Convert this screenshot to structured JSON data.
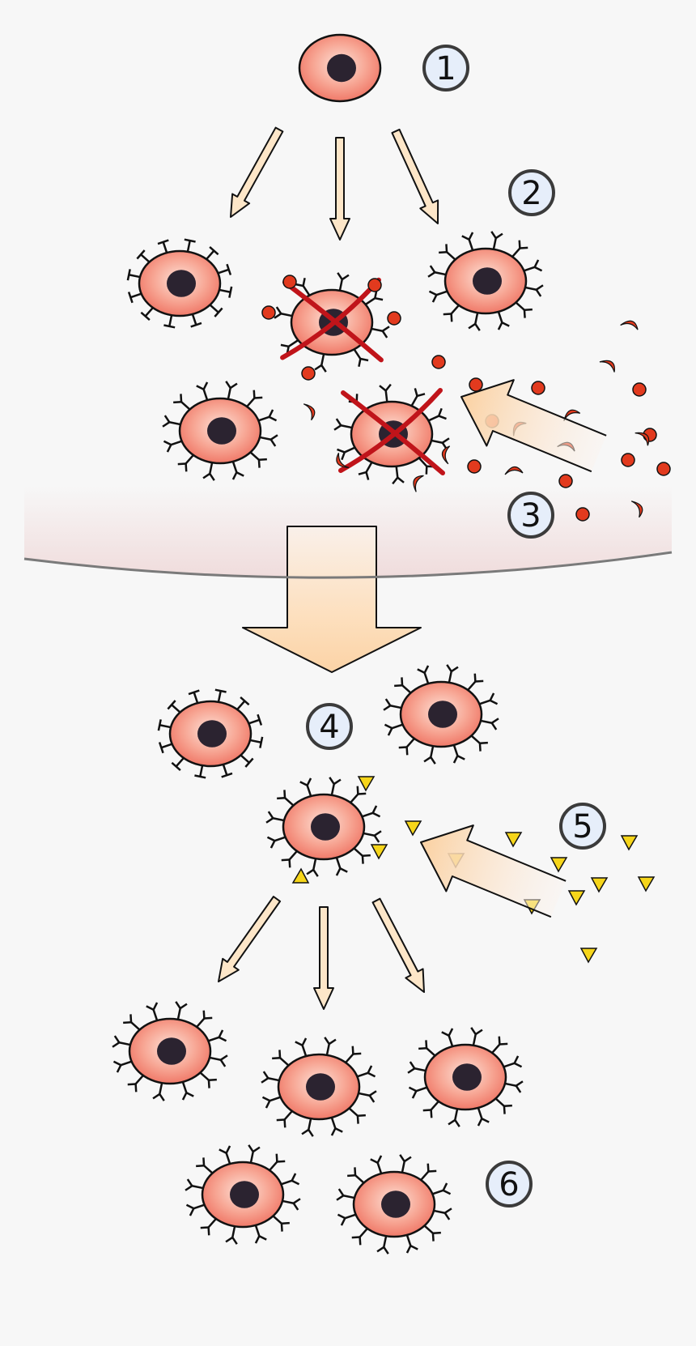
{
  "steps": [
    {
      "number": "1"
    },
    {
      "number": "2"
    },
    {
      "number": "3"
    },
    {
      "number": "4"
    },
    {
      "number": "5"
    },
    {
      "number": "6"
    }
  ],
  "colors": {
    "background": "#f7f7f7",
    "cell_fill_center": "#fcd5c8",
    "cell_fill_edge": "#ef6d5e",
    "nucleus": "#2b2330",
    "arrow_fill": "#fde6c8",
    "cross_red": "#c0141a",
    "particle_red": "#e23a1e",
    "particle_yellow": "#f6d51a",
    "boundary_line": "#7a7a7a"
  },
  "icons": {
    "progenitor_cell": "cell-icon",
    "receptor_cell": "receptor-cell-icon",
    "dying_cell": "crossed-cell-icon",
    "red_particle": "red-dot-icon",
    "red_crescent": "red-crescent-icon",
    "yellow_triangle": "yellow-triangle-icon"
  }
}
